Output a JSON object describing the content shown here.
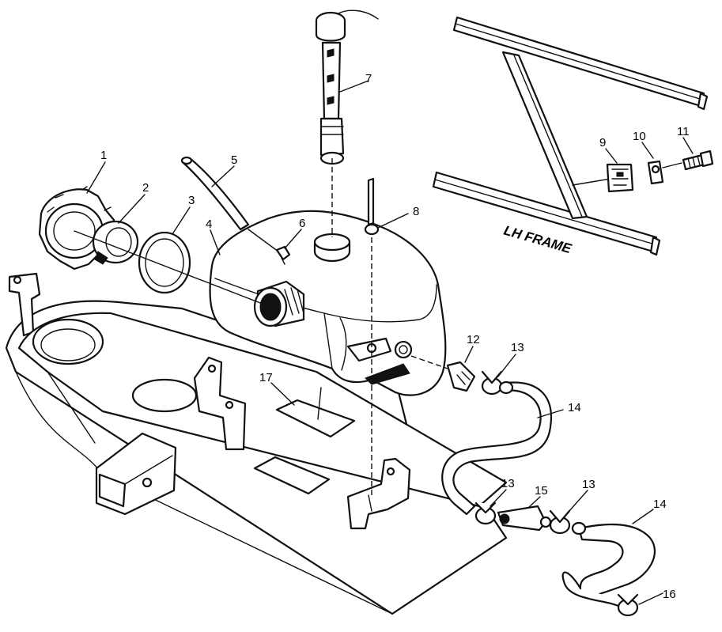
{
  "callouts": [
    {
      "id": "1",
      "text": "1"
    },
    {
      "id": "2",
      "text": "2"
    },
    {
      "id": "3",
      "text": "3"
    },
    {
      "id": "4",
      "text": "4"
    },
    {
      "id": "5",
      "text": "5"
    },
    {
      "id": "6",
      "text": "6"
    },
    {
      "id": "7",
      "text": "7"
    },
    {
      "id": "8",
      "text": "8"
    },
    {
      "id": "9",
      "text": "9"
    },
    {
      "id": "10",
      "text": "10"
    },
    {
      "id": "11",
      "text": "11"
    },
    {
      "id": "12",
      "text": "12"
    },
    {
      "id": "13a",
      "text": "13"
    },
    {
      "id": "13b",
      "text": "13"
    },
    {
      "id": "13c",
      "text": "13"
    },
    {
      "id": "14a",
      "text": "14"
    },
    {
      "id": "14b",
      "text": "14"
    },
    {
      "id": "15",
      "text": "15"
    },
    {
      "id": "16",
      "text": "16"
    },
    {
      "id": "17",
      "text": "17"
    }
  ],
  "frame_label": "LH FRAME"
}
